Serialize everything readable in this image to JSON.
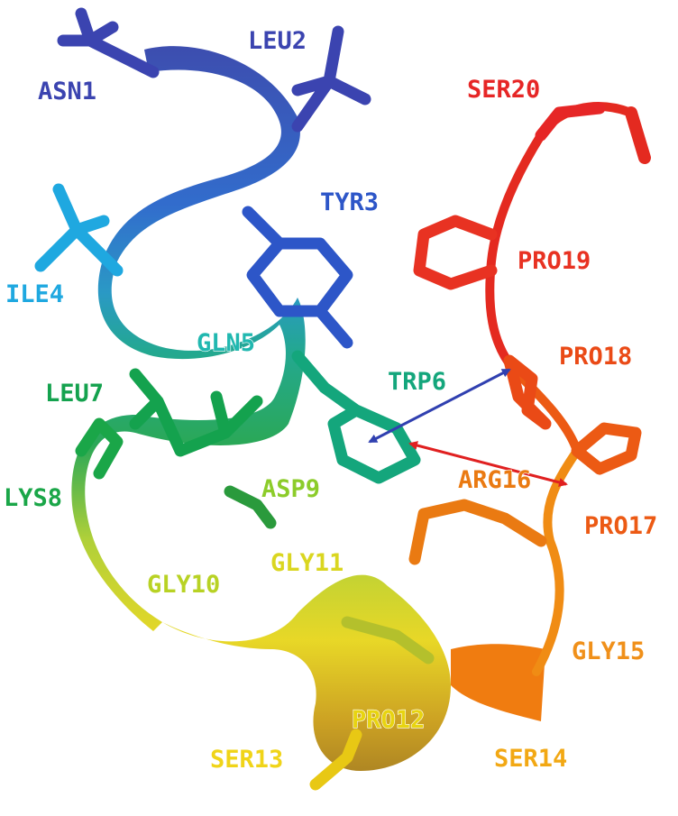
{
  "residues": [
    {
      "label": "ASN1",
      "color": "#3b44b0"
    },
    {
      "label": "LEU2",
      "color": "#3b44b0"
    },
    {
      "label": "TYR3",
      "color": "#2d56c8"
    },
    {
      "label": "ILE4",
      "color": "#1fa8e0"
    },
    {
      "label": "GLN5",
      "color": "#21b8b0"
    },
    {
      "label": "TRP6",
      "color": "#14a67c"
    },
    {
      "label": "LEU7",
      "color": "#14a24e"
    },
    {
      "label": "LYS8",
      "color": "#1aa648"
    },
    {
      "label": "ASP9",
      "color": "#8ccc2a"
    },
    {
      "label": "GLY10",
      "color": "#b8d224"
    },
    {
      "label": "GLY11",
      "color": "#dad620"
    },
    {
      "label": "PRO12",
      "color": "#e8d410"
    },
    {
      "label": "SER13",
      "color": "#f0d418"
    },
    {
      "label": "SER14",
      "color": "#f2a814"
    },
    {
      "label": "GLY15",
      "color": "#f0901a"
    },
    {
      "label": "ARG16",
      "color": "#ea7a12"
    },
    {
      "label": "PRO17",
      "color": "#ec5a14"
    },
    {
      "label": "PRO18",
      "color": "#ea4a16"
    },
    {
      "label": "PRO19",
      "color": "#e83222"
    },
    {
      "label": "SER20",
      "color": "#e62626"
    }
  ],
  "arrows": [
    {
      "from": "TRP6",
      "to": "PRO18",
      "color": "#3040b0"
    },
    {
      "from": "TRP6",
      "to": "PRO17",
      "color": "#e02020"
    }
  ]
}
